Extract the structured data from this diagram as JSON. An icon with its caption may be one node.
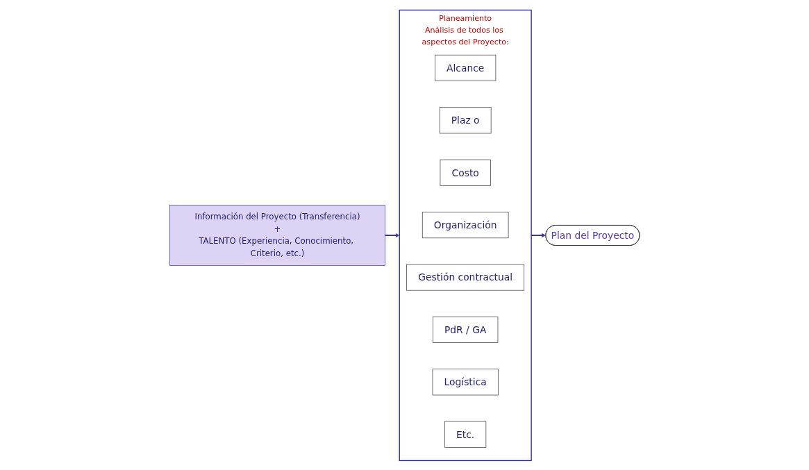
{
  "diagram": {
    "nodes": [
      {
        "text": [
          "Información del Proyecto (Transferencia)",
          "+",
          "TALENTO (Experiencia, Conocimiento, Criterio, etc.)"
        ]
      },
      {
        "text": [
          "Planeamiento",
          "Análisis de todos los aspectos del Proyecto:"
        ]
      },
      {
        "text": [
          "Alcance"
        ],
        "in": 1
      },
      {
        "text": [
          "Plaz o"
        ],
        "in": 1
      },
      {
        "text": [
          "Costo"
        ],
        "in": 1
      },
      {
        "text": [
          "Organización"
        ],
        "in": 1
      },
      {
        "text": [
          "Gestión contractual"
        ],
        "in": 1
      },
      {
        "text": [
          "PdR / GA"
        ],
        "in": 1
      },
      {
        "text": [
          "Logística"
        ],
        "in": 1
      },
      {
        "text": [
          "Etc."
        ],
        "in": 1
      },
      {
        "text": [
          "Plan del Proyecto"
        ]
      }
    ],
    "edges": [
      {
        "from": 0,
        "to": 1,
        "arrow": "to"
      },
      {
        "from": 1,
        "to": 10,
        "arrow": "to"
      }
    ]
  }
}
